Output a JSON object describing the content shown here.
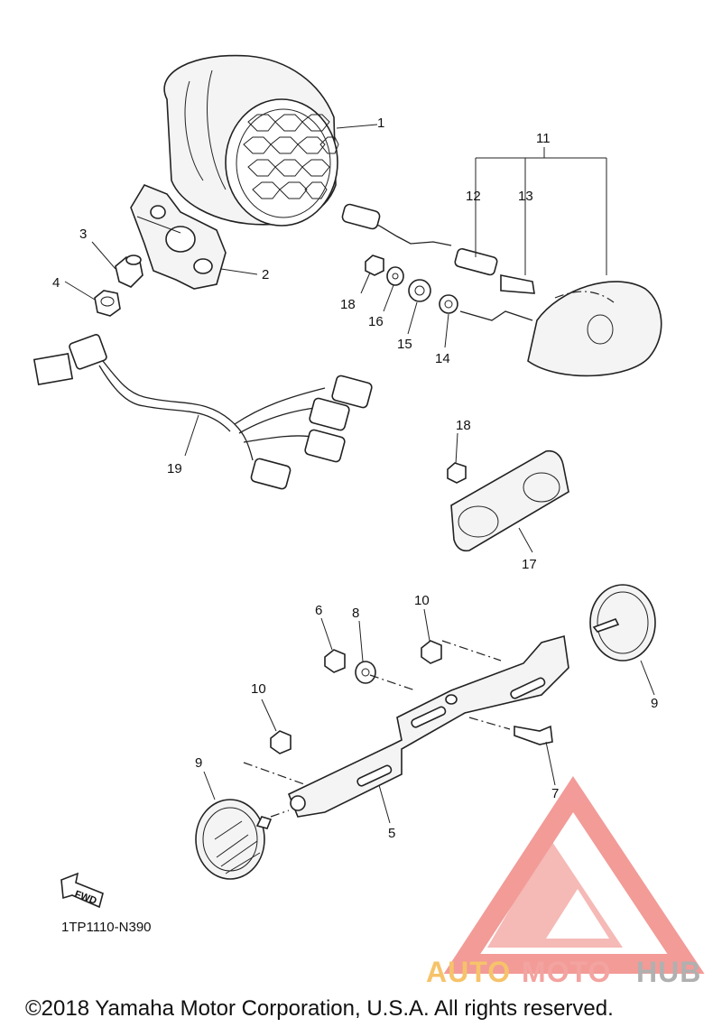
{
  "labels": [
    {
      "id": "1",
      "text": "1"
    },
    {
      "id": "2",
      "text": "2"
    },
    {
      "id": "3",
      "text": "3"
    },
    {
      "id": "4",
      "text": "4"
    },
    {
      "id": "5",
      "text": "5"
    },
    {
      "id": "6",
      "text": "6"
    },
    {
      "id": "7",
      "text": "7"
    },
    {
      "id": "8",
      "text": "8"
    },
    {
      "id": "9a",
      "text": "9"
    },
    {
      "id": "9b",
      "text": "9"
    },
    {
      "id": "10a",
      "text": "10"
    },
    {
      "id": "10b",
      "text": "10"
    },
    {
      "id": "11",
      "text": "11"
    },
    {
      "id": "12",
      "text": "12"
    },
    {
      "id": "13",
      "text": "13"
    },
    {
      "id": "14",
      "text": "14"
    },
    {
      "id": "15",
      "text": "15"
    },
    {
      "id": "16",
      "text": "16"
    },
    {
      "id": "17",
      "text": "17"
    },
    {
      "id": "18a",
      "text": "18"
    },
    {
      "id": "18b",
      "text": "18"
    },
    {
      "id": "19",
      "text": "19"
    }
  ],
  "fwd_label": "FWD",
  "diagram_code": "1TP1110-N390",
  "copyright": "©2018 Yamaha Motor Corporation, U.S.A. All rights reserved.",
  "watermark": {
    "part1": "AUTO",
    "part2": "MOTO",
    "part3": "HUB",
    "color1": "#f6c36a",
    "color2": "#f3a3a0",
    "color3": "#b0b0b0",
    "logo_color": "#f08a86"
  }
}
